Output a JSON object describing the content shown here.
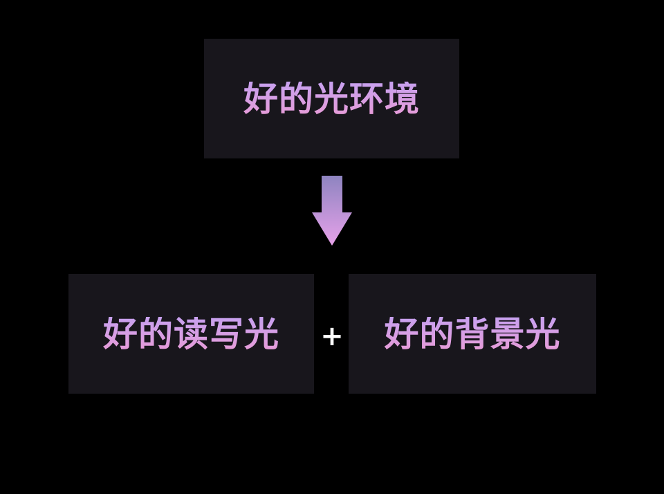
{
  "diagram": {
    "top_box": {
      "label": "好的光环境"
    },
    "bottom_left_box": {
      "label": "好的读写光"
    },
    "bottom_right_box": {
      "label": "好的背景光"
    },
    "operator": "+",
    "connector": {
      "icon": "down-arrow-icon"
    }
  },
  "colors": {
    "background": "#000000",
    "box_fill": "#18161c",
    "text_gradient_top": "#c7a1f0",
    "text_gradient_bottom": "#e79cd8",
    "arrow_gradient_top": "#8e84c0",
    "arrow_gradient_bottom": "#e7a2ea",
    "operator": "#ffffff"
  }
}
